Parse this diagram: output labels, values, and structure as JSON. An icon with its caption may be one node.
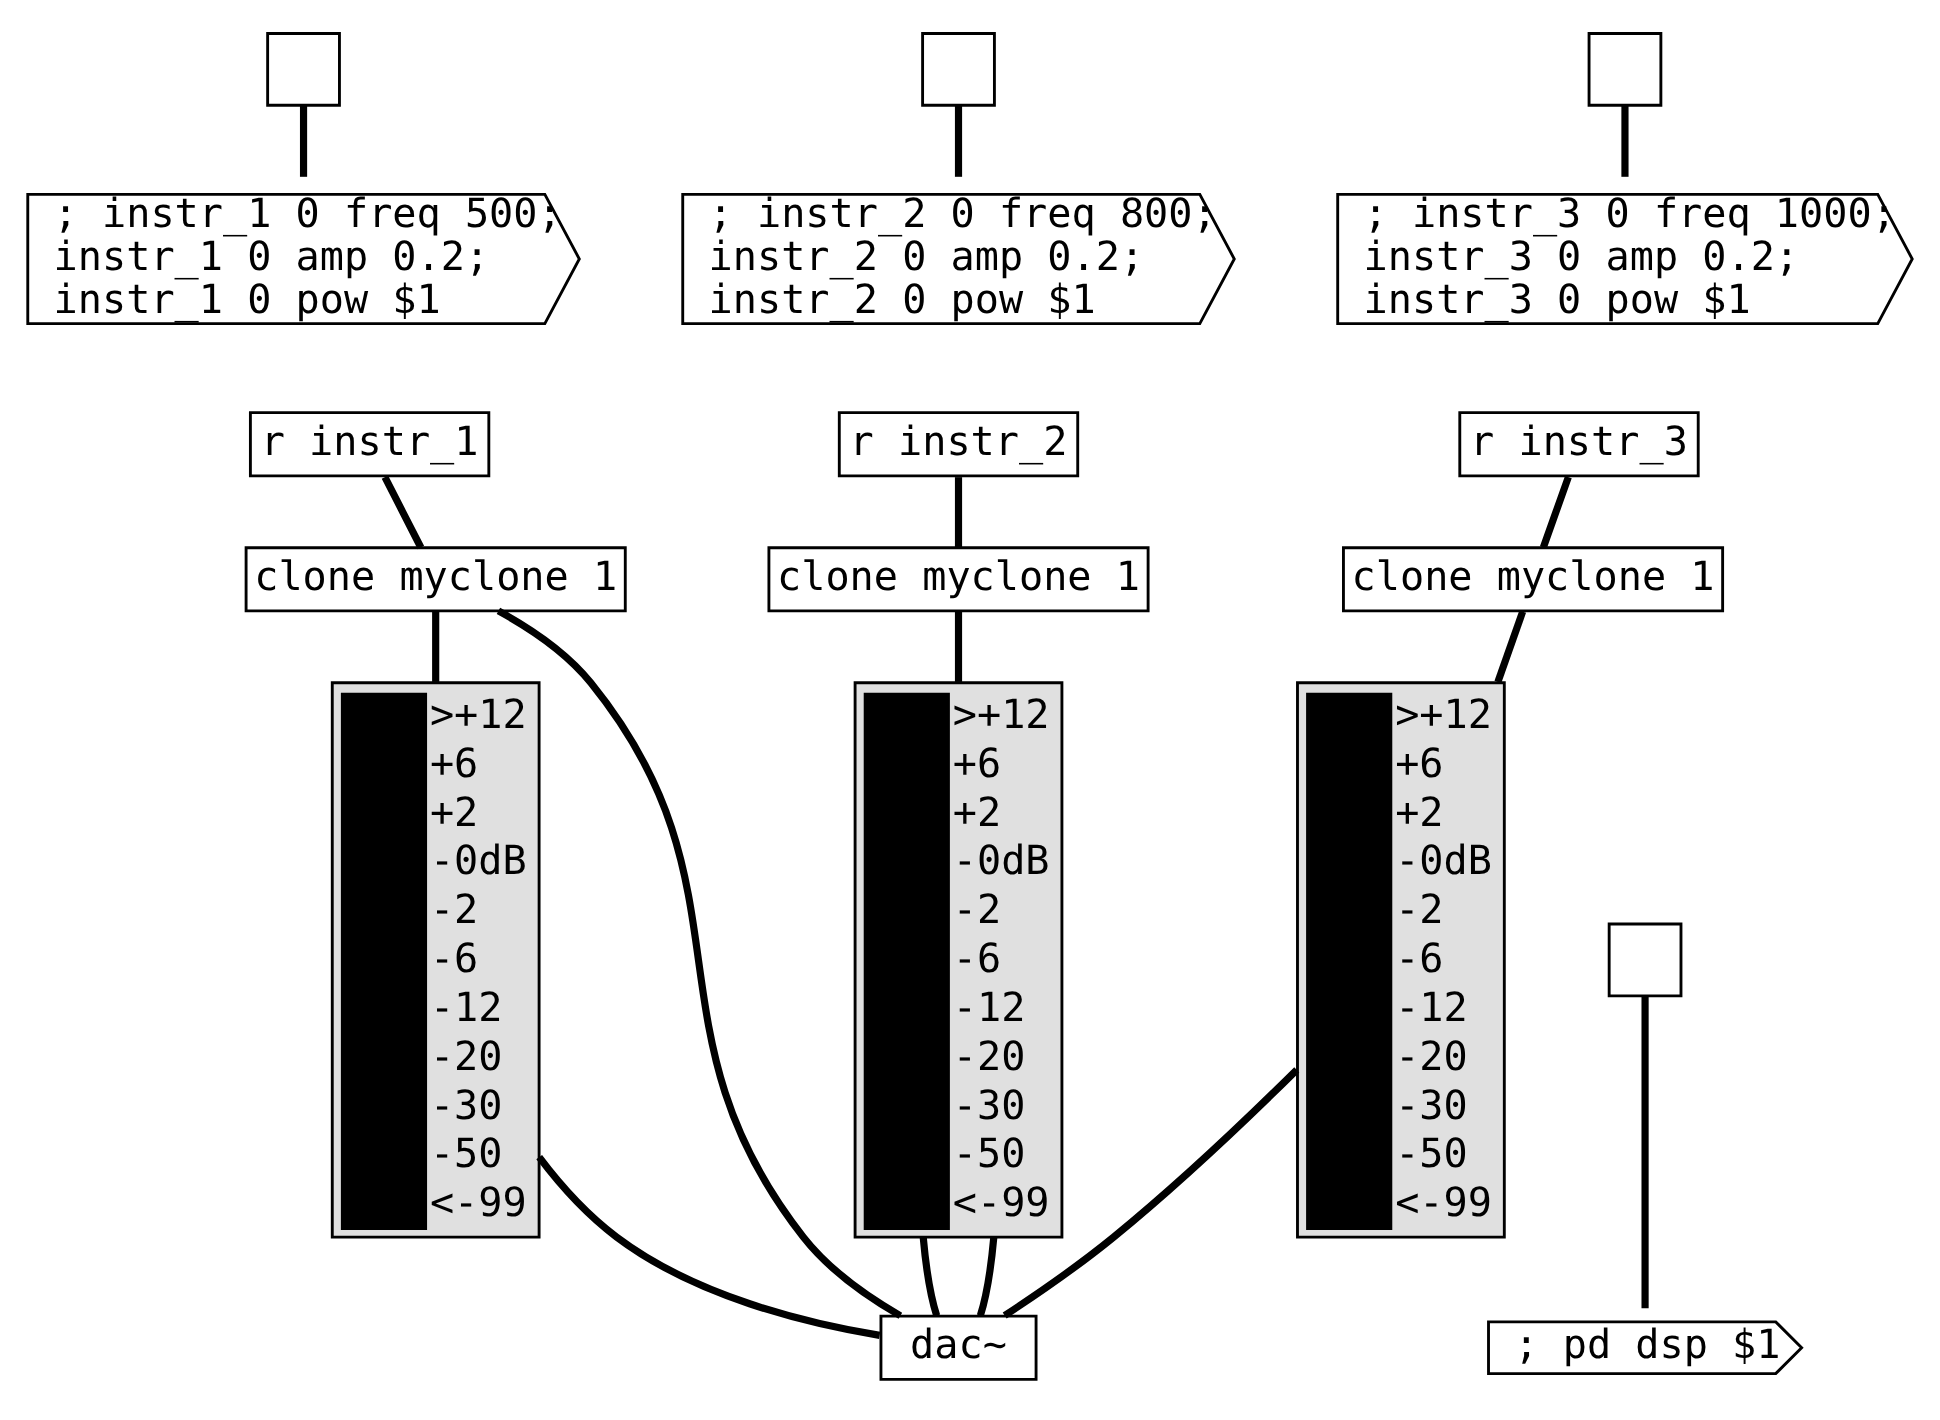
{
  "diagram": {
    "nodes": [
      {
        "text": [],
        "shape": "box"
      },
      {
        "text": [],
        "shape": "box"
      },
      {
        "text": [],
        "shape": "box"
      },
      {
        "text": [
          "; instr_1 0 freq 500; instr_1 0 amp 0.2; instr_1 0 pow $1"
        ]
      },
      {
        "text": [
          "; instr_2 0 freq 800; instr_2 0 amp 0.2; instr_2 0 pow $1"
        ]
      },
      {
        "text": [
          "; instr_3 0 freq 1000; instr_3 0 amp 0.2; instr_3 0 pow $1"
        ]
      },
      {
        "text": [
          "r instr_1"
        ]
      },
      {
        "text": [
          "r instr_2"
        ]
      },
      {
        "text": [
          "r instr_3"
        ]
      },
      {
        "text": [
          "clone myclone 1"
        ]
      },
      {
        "text": [
          "clone myclone 1"
        ]
      },
      {
        "text": [
          "clone myclone 1"
        ]
      },
      {
        "text": [
          ">+12",
          "+6",
          "+2",
          "-0dB",
          "-2",
          "-6",
          "-12",
          "-20",
          "-30",
          "-50",
          "<-99"
        ]
      },
      {
        "text": [
          ">+12",
          "+6",
          "+2",
          "-0dB",
          "-2",
          "-6",
          "-12",
          "-20",
          "-30",
          "-50",
          "<-99"
        ]
      },
      {
        "text": [
          ">+12",
          "+6",
          "+2",
          "-0dB",
          "-2",
          "-6",
          "-12",
          "-20",
          "-30",
          "-50",
          "<-99"
        ]
      },
      {
        "text": [],
        "shape": "box"
      },
      {
        "text": [
          "; pd dsp $1"
        ]
      },
      {
        "text": [
          "dac~"
        ]
      }
    ],
    "edges": [
      {
        "from": 0,
        "to": 3,
        "arrow": "none"
      },
      {
        "from": 1,
        "to": 4,
        "arrow": "none"
      },
      {
        "from": 2,
        "to": 5,
        "arrow": "none"
      },
      {
        "from": 6,
        "to": 9,
        "arrow": "none"
      },
      {
        "from": 7,
        "to": 10,
        "arrow": "none"
      },
      {
        "from": 8,
        "to": 11,
        "arrow": "none"
      },
      {
        "from": 9,
        "to": 12,
        "arrow": "none"
      },
      {
        "from": 9,
        "to": 17,
        "arrow": "none"
      },
      {
        "from": 12,
        "to": 17,
        "arrow": "none"
      },
      {
        "from": 10,
        "to": 13,
        "arrow": "none"
      },
      {
        "from": 13,
        "to": 17,
        "arrow": "none"
      },
      {
        "from": 13,
        "to": 17,
        "arrow": "none"
      },
      {
        "from": 11,
        "to": 14,
        "arrow": "none"
      },
      {
        "from": 14,
        "to": 17,
        "arrow": "none"
      },
      {
        "from": 15,
        "to": 16,
        "arrow": "none"
      }
    ]
  }
}
